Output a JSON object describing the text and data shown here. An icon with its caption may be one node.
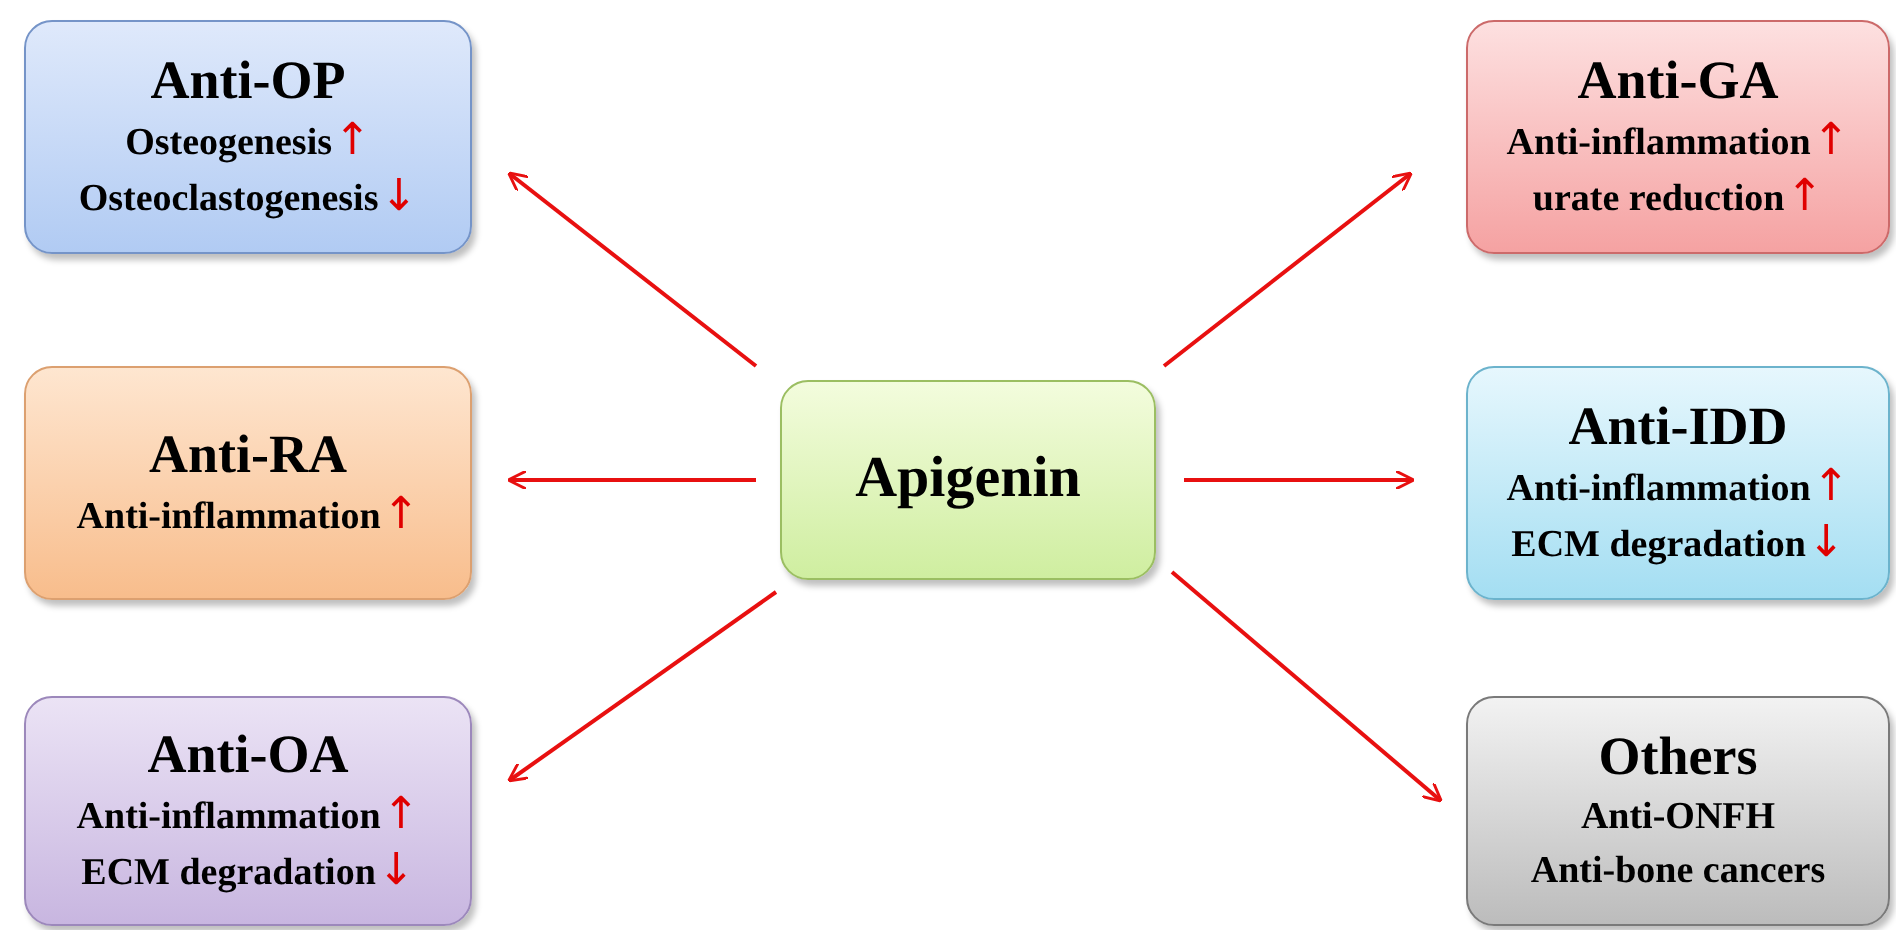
{
  "diagram": {
    "nodes": [
      {
        "text": [
          "Anti-OP",
          "Osteogenesis↑",
          "Osteoclastogenesis↓"
        ]
      },
      {
        "text": [
          "Anti-GA",
          "Anti-inflammation↑",
          "urate reduction↑"
        ]
      },
      {
        "text": [
          "Anti-RA",
          "Anti-inflammation↑"
        ]
      },
      {
        "text": [
          "Apigenin"
        ]
      },
      {
        "text": [
          "Anti-IDD",
          "Anti-inflammation↑",
          "ECM degradation↓"
        ]
      },
      {
        "text": [
          "Anti-OA",
          "Anti-inflammation↑",
          "ECM degradation↓"
        ]
      },
      {
        "text": [
          "Others",
          "Anti-ONFH",
          "Anti-bone cancers"
        ]
      }
    ],
    "edges": [
      {
        "from": 3,
        "to": 0,
        "arrow": "to"
      },
      {
        "from": 3,
        "to": 1,
        "arrow": "to"
      },
      {
        "from": 3,
        "to": 2,
        "arrow": "to"
      },
      {
        "from": 3,
        "to": 4,
        "arrow": "to"
      },
      {
        "from": 3,
        "to": 5,
        "arrow": "to"
      },
      {
        "from": 3,
        "to": 6,
        "arrow": "to"
      }
    ]
  }
}
